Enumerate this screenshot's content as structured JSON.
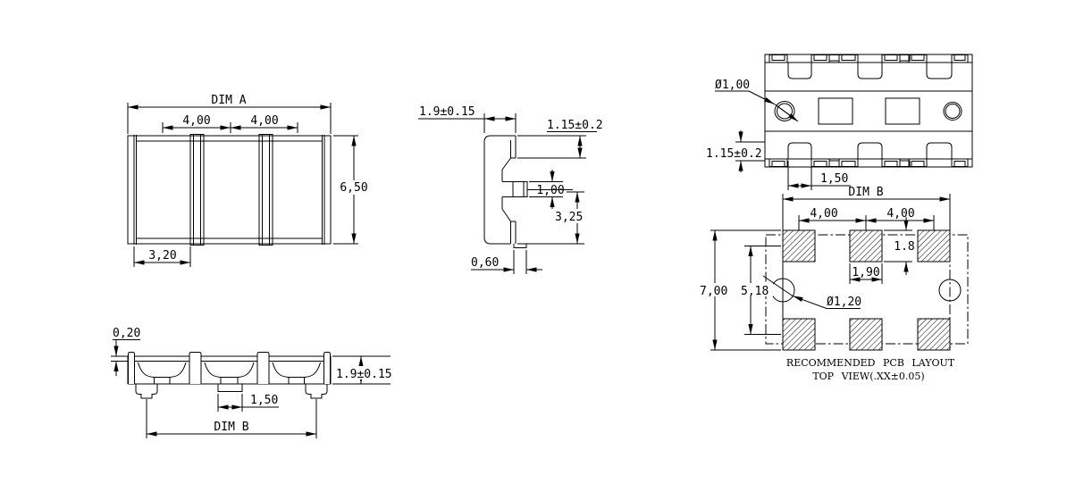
{
  "colors": {
    "background": "#ffffff",
    "ink": "#000000"
  },
  "views": {
    "top_view": {
      "dim_a": "DIM A",
      "pitch_1": "4,00",
      "pitch_2": "4,00",
      "body_height": "6,50",
      "slot_offset": "3,20"
    },
    "side_view": {
      "body_width": "1.9±0.15",
      "contact_height": "1.15±0.2",
      "pin_thickness": "1,00",
      "pin_to_bottom": "3,25",
      "foot_width": "0,60"
    },
    "front_view": {
      "plate_thickness": "0,20",
      "body_height": "1.9±0.15",
      "center_pad_width": "1,50",
      "dim_b": "DIM B"
    },
    "bottom_view": {
      "hole_diameter": "Ø1,00",
      "band_height": "1.15±0.2",
      "tab_width": "1,50",
      "dim_b": "DIM B"
    },
    "pcb_layout": {
      "pitch_1": "4,00",
      "pitch_2": "4,00",
      "pad_height": "1.8",
      "pad_width": "1,90",
      "overall_height": "7,00",
      "row_pitch": "5,18",
      "hole_diameter": "Ø1,20",
      "caption_line_1": "RECOMMENDED PCB LAYOUT",
      "caption_line_2": "TOP VIEW(.XX±0.05)"
    }
  }
}
